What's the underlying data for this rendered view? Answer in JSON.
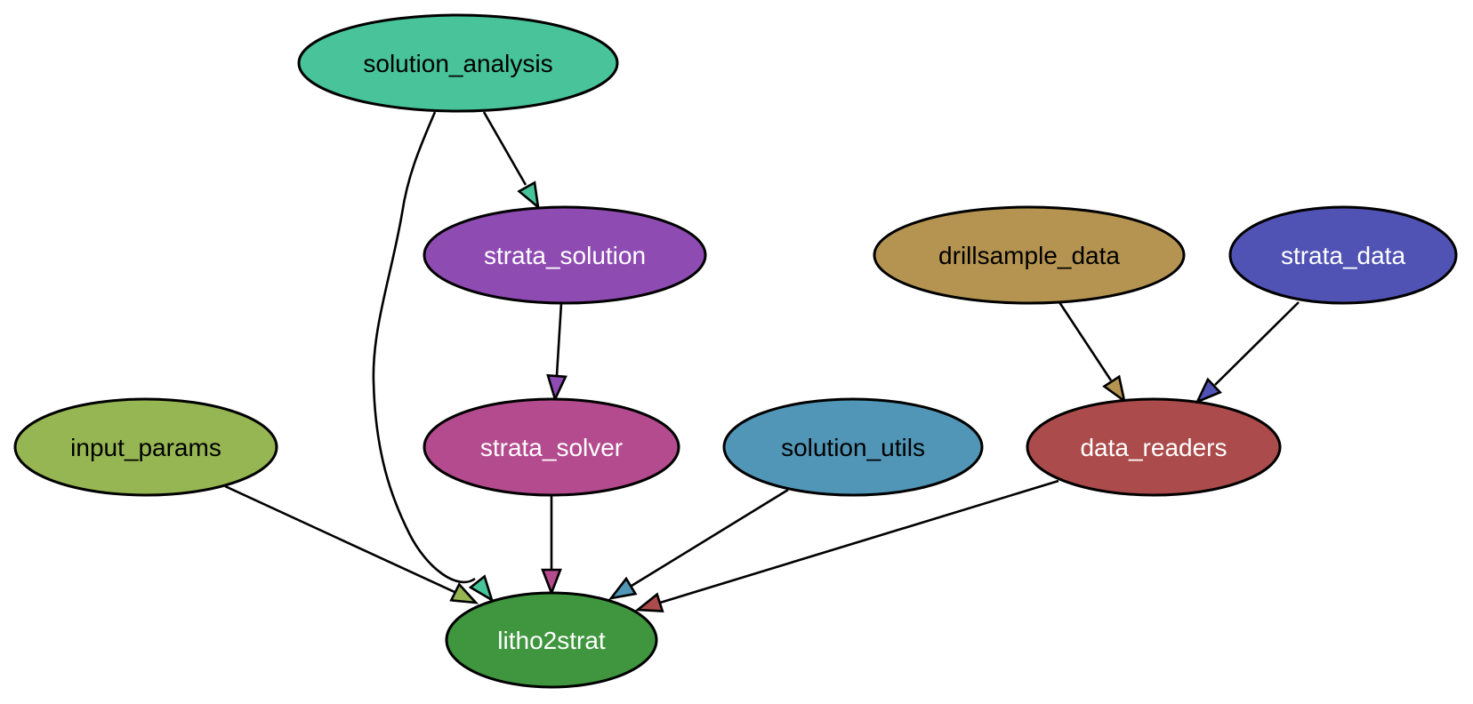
{
  "diagram": {
    "type": "dependency-graph",
    "nodes": [
      {
        "id": "solution_analysis",
        "label": "solution_analysis",
        "fill": "#48c39a",
        "text_color": "#000000"
      },
      {
        "id": "strata_solution",
        "label": "strata_solution",
        "fill": "#8e4bb2",
        "text_color": "#ffffff"
      },
      {
        "id": "drillsample_data",
        "label": "drillsample_data",
        "fill": "#b59451",
        "text_color": "#000000"
      },
      {
        "id": "strata_data",
        "label": "strata_data",
        "fill": "#5153b4",
        "text_color": "#ffffff"
      },
      {
        "id": "input_params",
        "label": "input_params",
        "fill": "#96b653",
        "text_color": "#000000"
      },
      {
        "id": "strata_solver",
        "label": "strata_solver",
        "fill": "#b34b8e",
        "text_color": "#ffffff"
      },
      {
        "id": "solution_utils",
        "label": "solution_utils",
        "fill": "#5196b6",
        "text_color": "#000000"
      },
      {
        "id": "data_readers",
        "label": "data_readers",
        "fill": "#ab4b4b",
        "text_color": "#ffffff"
      },
      {
        "id": "litho2strat",
        "label": "litho2strat",
        "fill": "#3f963f",
        "text_color": "#ffffff"
      }
    ],
    "edges": [
      {
        "from": "solution_analysis",
        "to": "strata_solution"
      },
      {
        "from": "solution_analysis",
        "to": "litho2strat"
      },
      {
        "from": "strata_solution",
        "to": "strata_solver"
      },
      {
        "from": "drillsample_data",
        "to": "data_readers"
      },
      {
        "from": "strata_data",
        "to": "data_readers"
      },
      {
        "from": "input_params",
        "to": "litho2strat"
      },
      {
        "from": "strata_solver",
        "to": "litho2strat"
      },
      {
        "from": "solution_utils",
        "to": "litho2strat"
      },
      {
        "from": "data_readers",
        "to": "litho2strat"
      }
    ]
  }
}
